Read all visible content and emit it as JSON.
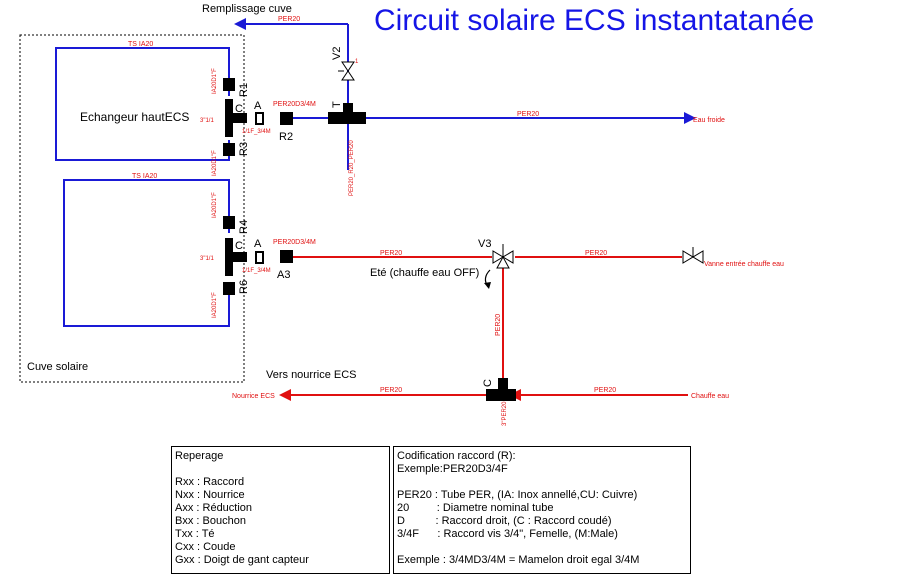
{
  "title": "Circuit solaire ECS instantatanée",
  "colors": {
    "blue": "#1a1ad6",
    "red": "#e01010",
    "title": "#1515e6",
    "black": "#000000"
  },
  "labels": {
    "remplissage": "Remplissage cuve",
    "echangeur": "Echangeur hautECS",
    "cuve": "Cuve solaire",
    "ete": "Eté (chauffe eau OFF)",
    "vers": "Vers nourrice ECS",
    "eau_froide": "Eau froide",
    "vanne_entree": "Vanne entrée chauffe  eau",
    "nourrice_ecs": "Nourrice ECS",
    "chauffe_eau": "Chauffe eau"
  },
  "pipes": {
    "per20": "PER20",
    "ts": "TS IA20",
    "per20d3_4m": "PER20D3/4M",
    "per20_r20_per20": "PER20_R20_PER20",
    "per20_v": "PER20",
    "ia_vertical": "IA20D1\"F",
    "c31": "3\"1/1",
    "c3per": "3\"PER20",
    "f1_3_4m": "1/1F_3/4M"
  },
  "parts": {
    "r1": "R1",
    "r2": "R2",
    "r3": "R3",
    "r4": "R4",
    "r6": "R6",
    "a": "A",
    "a3": "A3",
    "c": "C",
    "t": "T",
    "v2": "V2",
    "v3": "V3",
    "v2_small": "1"
  },
  "legend_left": {
    "lines": [
      "Reperage",
      "",
      "Rxx : Raccord",
      "Nxx : Nourrice",
      "Axx : Réduction",
      "Bxx : Bouchon",
      "Txx : Té",
      "Cxx : Coude",
      "Gxx : Doigt de gant capteur"
    ]
  },
  "legend_right": {
    "lines": [
      "Codification raccord (R):",
      "Exemple:PER20D3/4F",
      "",
      "PER20 : Tube PER, (IA: Inox annellé,CU: Cuivre)",
      "20         : Diametre nominal tube",
      "D          : Raccord droit, (C : Raccord coudé)",
      "3/4F      : Raccord vis 3/4\", Femelle, (M:Male)",
      "",
      "Exemple : 3/4MD3/4M = Mamelon droit egal 3/4M"
    ]
  }
}
